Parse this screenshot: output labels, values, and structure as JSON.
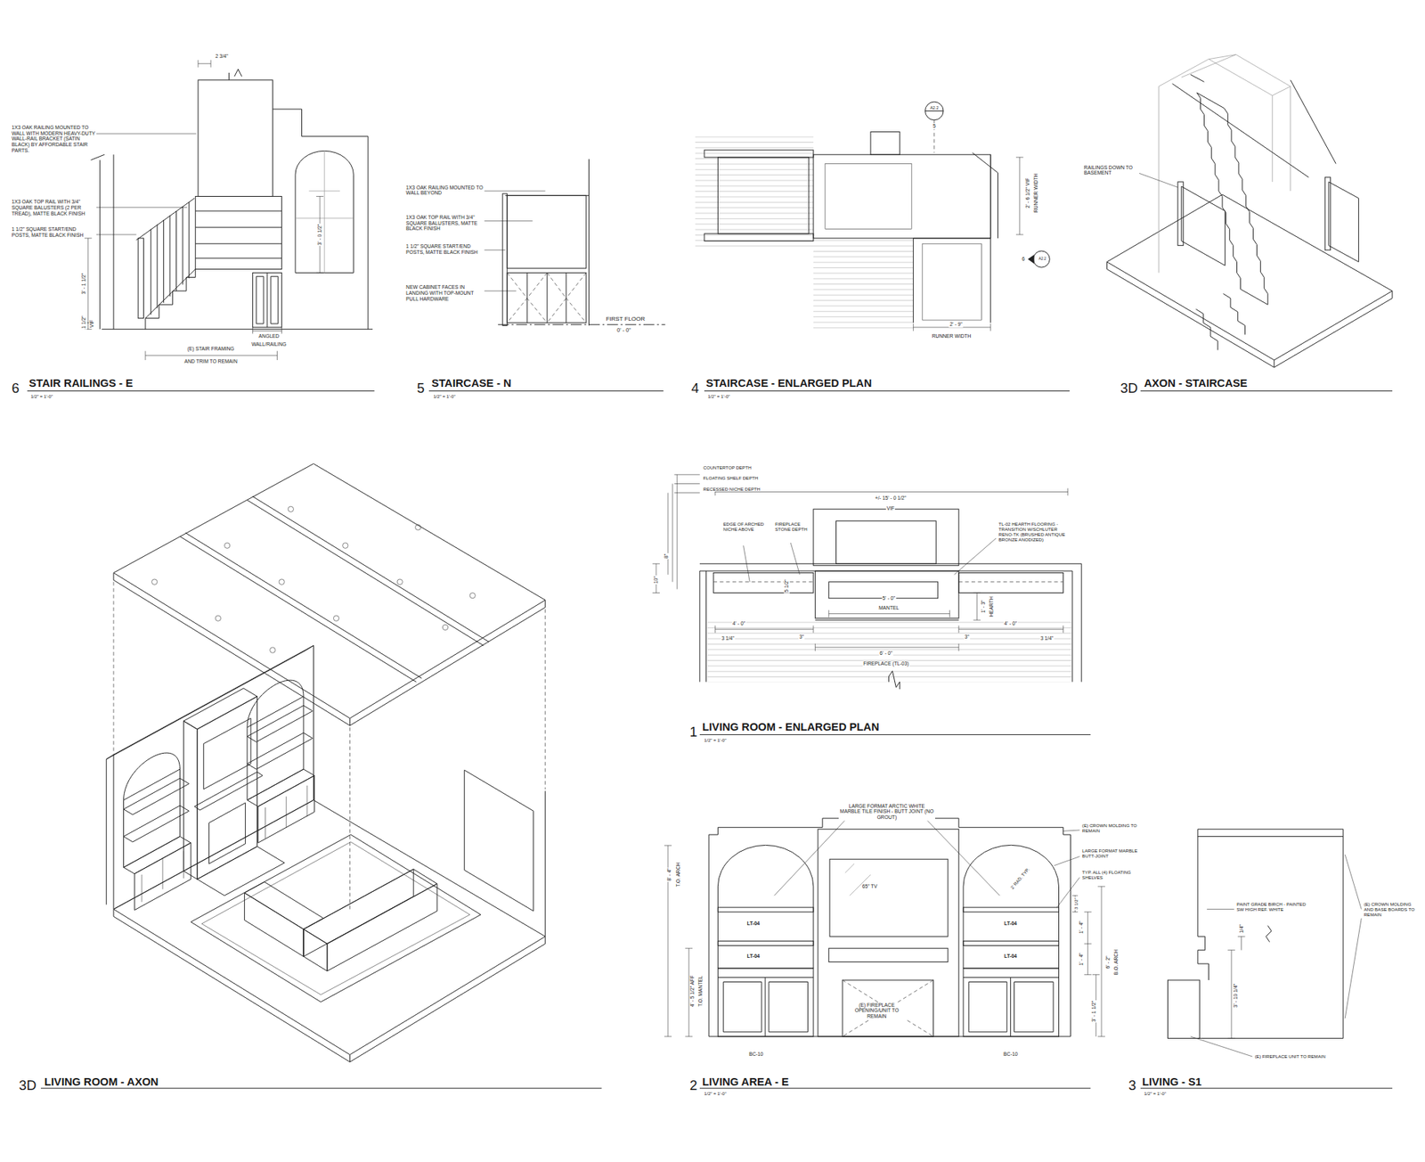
{
  "diagram": {
    "labels": [
      "2 3/4\"",
      "1X3 OAK RAILING MOUNTED TO WALL WITH MODERN HEAVY-DUTY WALL-RAIL BRACKET (SATIN BLACK) BY AFFORDABLE STAIR PARTS.",
      "1X3 OAK TOP RAIL WITH 3/4\" SQUARE BALUSTERS (2 PER TREAD), MATTE BLACK FINISH",
      "1 1/2\" SQUARE START/END POSTS, MATTE BLACK FINISH",
      "3' - 1 1/2\"",
      "1 1/2\"",
      "VIF",
      "3' - 0 1/2\"",
      "ANGLED",
      "WALL/RAILING",
      "(E) STAIR FRAMING",
      "AND TRIM TO REMAIN",
      "6",
      "STAIR RAILINGS - E",
      "1/2\" = 1'-0\"",
      "1X3 OAK RAILING MOUNTED TO WALL BEYOND",
      "1X3 OAK TOP RAIL WITH 3/4\" SQUARE BALUSTERS, MATTE BLACK FINISH",
      "1 1/2\" SQUARE START/END POSTS, MATTE BLACK FINISH",
      "NEW CABINET FACES IN LANDING WITH TOP-MOUNT PULL HARDWARE",
      "FIRST FLOOR",
      "0' - 0\"",
      "5",
      "STAIRCASE - N",
      "1/2\" = 1'-0\"",
      "A2.2",
      "5",
      "2' - 6 1/2\" VIF",
      "RUNNER WIDTH",
      "6",
      "A2.2",
      "2' - 9\"",
      "RUNNER WIDTH",
      "4",
      "STAIRCASE - ENLARGED PLAN",
      "1/2\" = 1'-0\"",
      "RAILINGS DOWN TO BASEMENT",
      "3D",
      "AXON - STAIRCASE",
      "3D",
      "LIVING ROOM - AXON",
      "COUNTERTOP DEPTH",
      "FLOATING SHELF DEPTH",
      "RECESSED NICHE DEPTH",
      "+/- 15' - 0 1/2\"",
      "VIF",
      "EDGE OF ARCHED NICHE ABOVE",
      "FIREPLACE STONE DEPTH",
      "TL-02 HEARTH FLOORING - TRANSITION W/SCHLUTER RENO-TK (BRUSHED ANTIQUE BRONZE ANODIZED)",
      "10\"",
      "8\"",
      "5 1/2\"",
      "1' - 3\"",
      "HEARTH",
      "4' - 0\"",
      "5' - 0\"",
      "MANTEL",
      "4' - 0\"",
      "3 1/4\"",
      "3\"",
      "3\"",
      "3 1/4\"",
      "6' - 0\"",
      "FIREPLACE (TL-03)",
      "1",
      "LIVING ROOM - ENLARGED PLAN",
      "1/2\" = 1'-0\"",
      "LARGE FORMAT ARCTIC WHITE MARBLE TILE FINISH - BUTT JOINT (NO GROUT)",
      "(E) CROWN MOLDING TO REMAIN",
      "LARGE FORMAT MARBLE BUTT-JOINT",
      "TYP. ALL (4) FLOATING SHELVES",
      "2' RAD. TYP.",
      "65\" TV",
      "LT-04",
      "LT-04",
      "LT-04",
      "LT-04",
      "8' - 4\"",
      "T.O. ARCH",
      "4' - 5 1/2\" AFF",
      "T.O. MANTEL",
      "3 1/2\"",
      "1' - 4\"",
      "1' - 4\"",
      "6' - 2\"",
      "B.O. ARCH",
      "3' - 1 1/2\"",
      "(E) FIREPLACE OPENING/UNIT TO REMAIN",
      "BC-10",
      "BC-10",
      "2",
      "LIVING AREA - E",
      "1/2\" = 1'-0\"",
      "PAINT GRADE BIRCH - PAINTED SW HIGH REF. WHITE",
      "(E) CROWN MOLDING AND BASE BOARDS TO REMAIN",
      "1/4\"",
      "3' - 10 1/4\"",
      "(E) FIREPLACE UNIT TO REMAIN",
      "3",
      "LIVING - S1",
      "1/2\" = 1'-0\""
    ]
  }
}
